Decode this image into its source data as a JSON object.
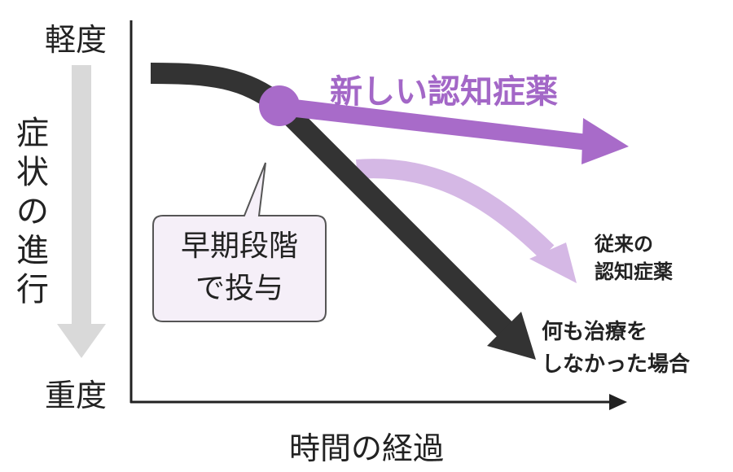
{
  "y_axis": {
    "top_label": "軽度",
    "bottom_label": "重度",
    "title": [
      "症",
      "状",
      "の",
      "進",
      "行"
    ]
  },
  "x_axis": {
    "title": "時間の経過"
  },
  "series": {
    "new_drug": {
      "label": "新しい認知症薬",
      "color": "#a86bc9"
    },
    "conventional": {
      "label_lines": [
        "従来の",
        "認知症薬"
      ],
      "color": "#d5b8e5"
    },
    "untreated": {
      "label_lines": [
        "何も治療を",
        "しなかった場合"
      ],
      "color": "#333333"
    }
  },
  "callout": {
    "lines": [
      "早期段階",
      "で投与"
    ]
  },
  "colors": {
    "axis": "#222222",
    "progress_arrow": "#d9d9d9",
    "callout_fill": "#f5eff8"
  }
}
